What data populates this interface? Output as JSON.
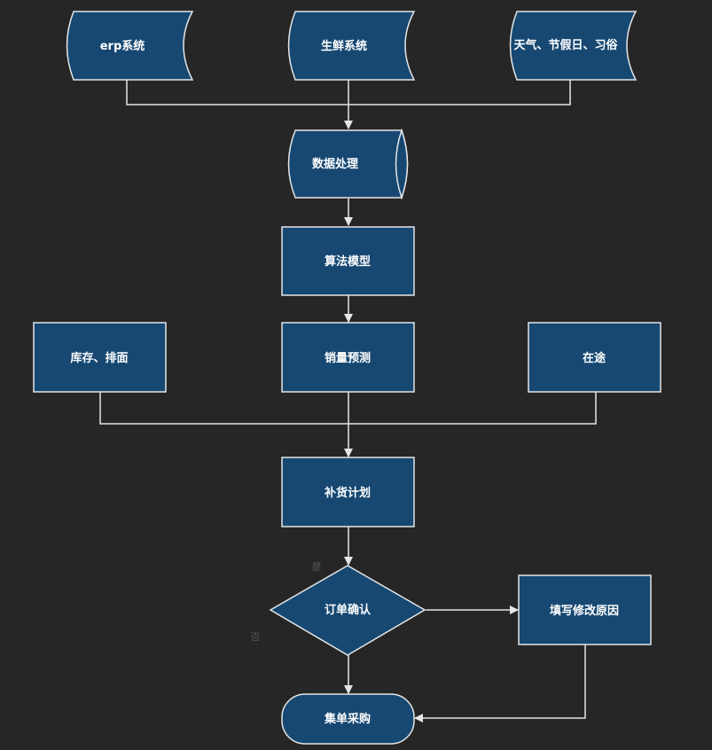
{
  "nodes": {
    "erp": "erp系统",
    "fresh": "生鲜系统",
    "weather": "天气、节假日、习俗",
    "process": "数据处理",
    "model": "算法模型",
    "stock": "库存、排面",
    "forecast": "销量预测",
    "transit": "在途",
    "plan": "补货计划",
    "confirm": "订单确认",
    "reason": "填写修改原因",
    "purchase": "集单采购"
  },
  "edge_labels": {
    "yes": "是",
    "no": "否"
  },
  "colors": {
    "background": "#262626",
    "node_fill": "#164872",
    "stroke": "#e6e6e6",
    "text": "#ffffff"
  }
}
